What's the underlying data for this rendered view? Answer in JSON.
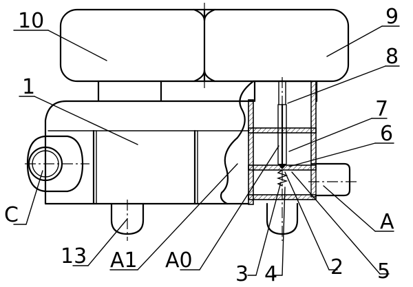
{
  "labels": {
    "l10": "10",
    "l9": "9",
    "l8": "8",
    "l1": "1",
    "l7": "7",
    "l6": "6",
    "lC": "C",
    "lA": "A",
    "l13": "13",
    "lA1": "A1",
    "lA0": "A0",
    "l3": "3",
    "l4": "4",
    "l2": "2",
    "l5": "5"
  }
}
